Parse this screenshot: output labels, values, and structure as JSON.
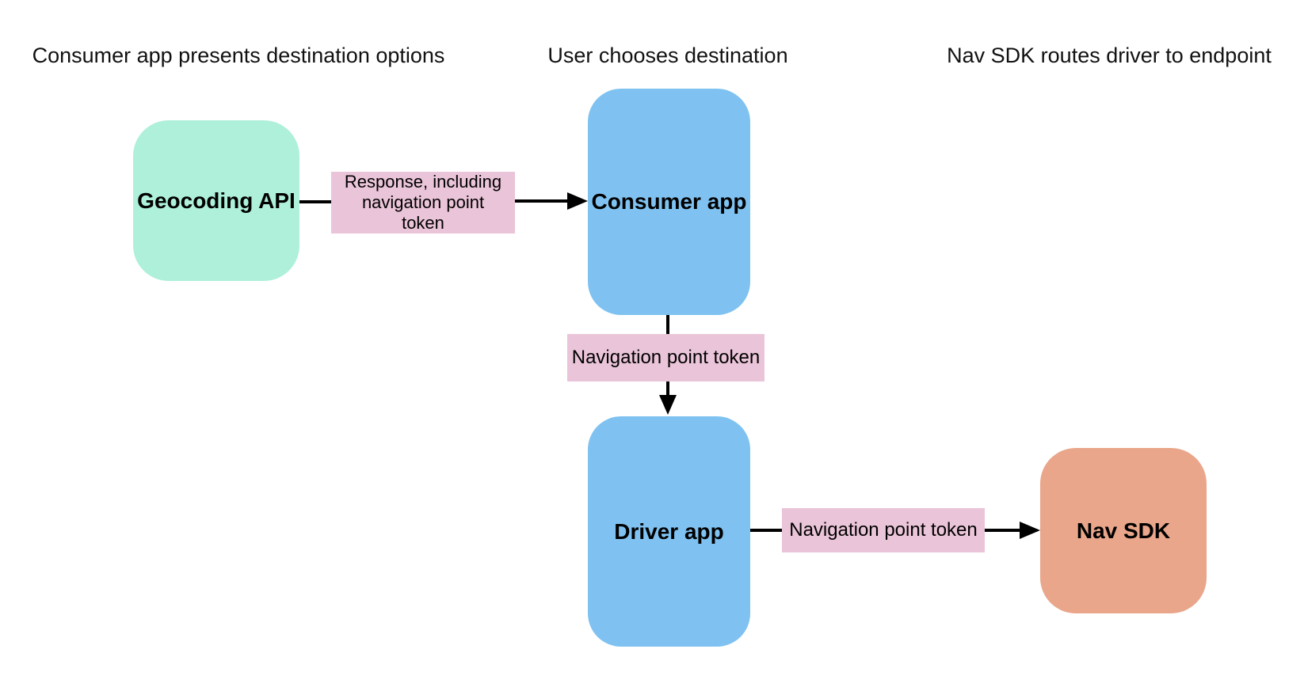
{
  "diagram": {
    "headers": [
      {
        "label": "Consumer app presents destination options"
      },
      {
        "label": "User chooses destination"
      },
      {
        "label": "Nav SDK routes driver to endpoint"
      }
    ],
    "nodes": [
      {
        "label": "Geocoding API",
        "fill": "#AEF0DA"
      },
      {
        "label": "Consumer app",
        "fill": "#7FC2F1"
      },
      {
        "label": "Driver app",
        "fill": "#7FC2F1"
      },
      {
        "label": "Nav SDK",
        "fill": "#E9A68A"
      }
    ],
    "edge_labels": [
      {
        "label": "Response, including navigation point token",
        "fill": "#EAC4D8"
      },
      {
        "label": "Navigation point token",
        "fill": "#EAC4D8"
      },
      {
        "label": "Navigation point token",
        "fill": "#EAC4D8"
      }
    ],
    "connector_color": "#000000",
    "background_color": "#FFFFFF"
  }
}
